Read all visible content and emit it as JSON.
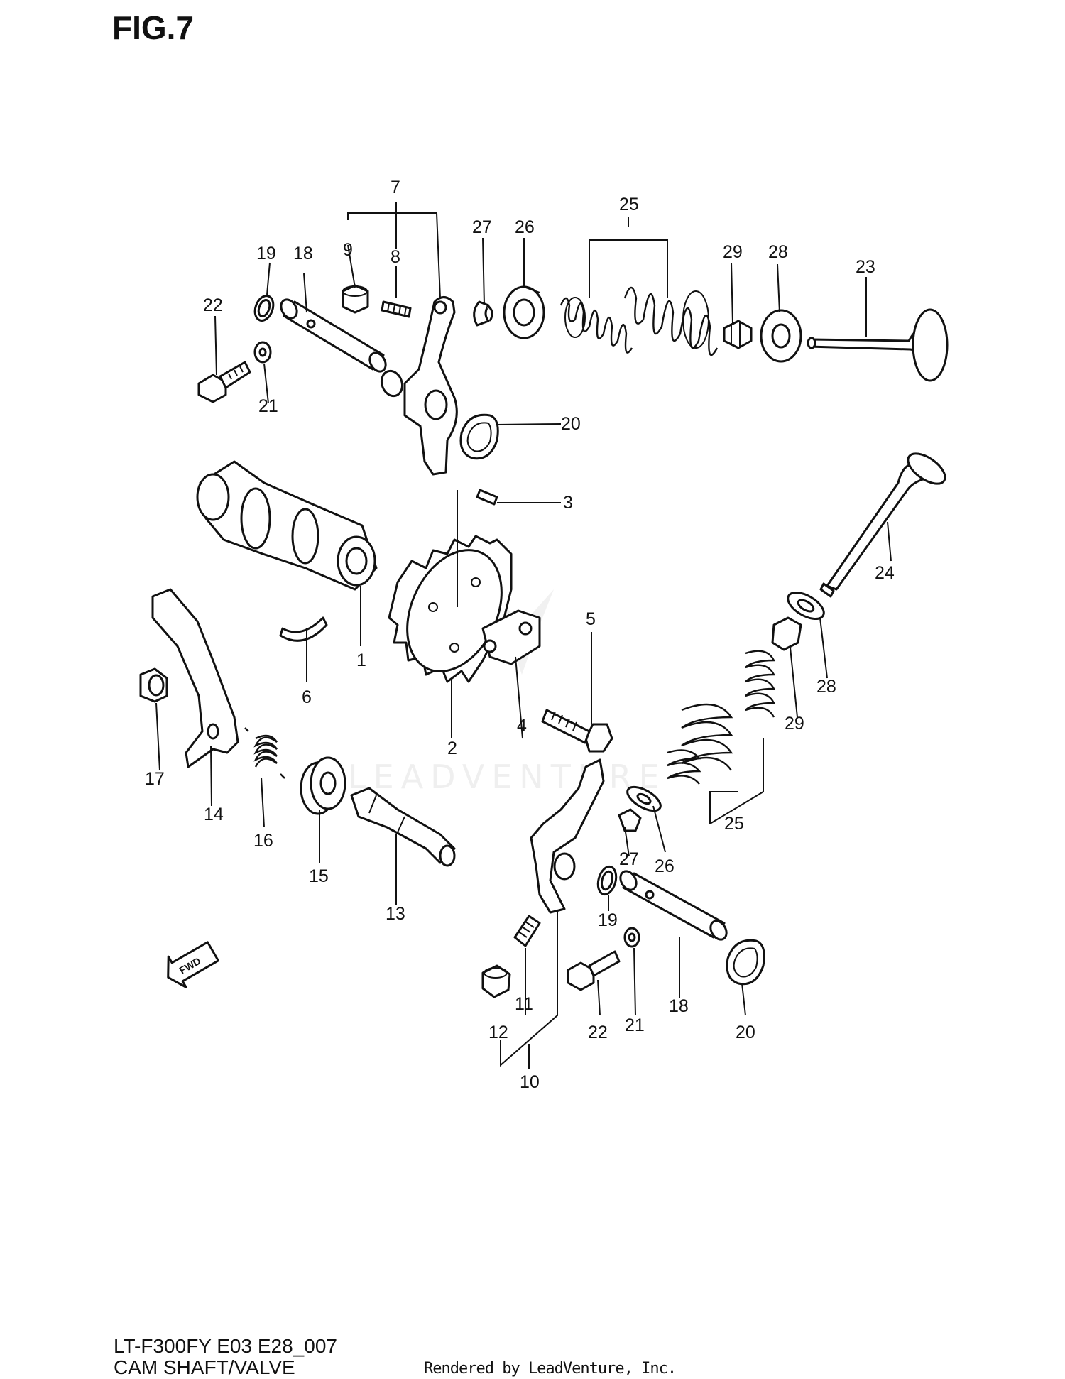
{
  "figure": {
    "title": "FIG.7",
    "model_code": "LT-F300FY E03 E28_007",
    "section": "CAM SHAFT/VALVE",
    "rendered_by": "Rendered by LeadVenture, Inc.",
    "watermark": "LEADVENTURE",
    "fwd_label": "FWD"
  },
  "callouts": {
    "c1": "1",
    "c2": "2",
    "c3": "3",
    "c4": "4",
    "c5": "5",
    "c6": "6",
    "c7": "7",
    "c8": "8",
    "c9": "9",
    "c10": "10",
    "c11": "11",
    "c12": "12",
    "c13": "13",
    "c14": "14",
    "c15": "15",
    "c16": "16",
    "c17": "17",
    "c18a": "18",
    "c18b": "18",
    "c19a": "19",
    "c19b": "19",
    "c20a": "20",
    "c20b": "20",
    "c21a": "21",
    "c21b": "21",
    "c22a": "22",
    "c22b": "22",
    "c23": "23",
    "c24": "24",
    "c25a": "25",
    "c25b": "25",
    "c26a": "26",
    "c26b": "26",
    "c27a": "27",
    "c27b": "27",
    "c28a": "28",
    "c28b": "28",
    "c29a": "29",
    "c29b": "29"
  },
  "icons": {
    "fwd_arrow": "fwd-arrow-icon"
  }
}
